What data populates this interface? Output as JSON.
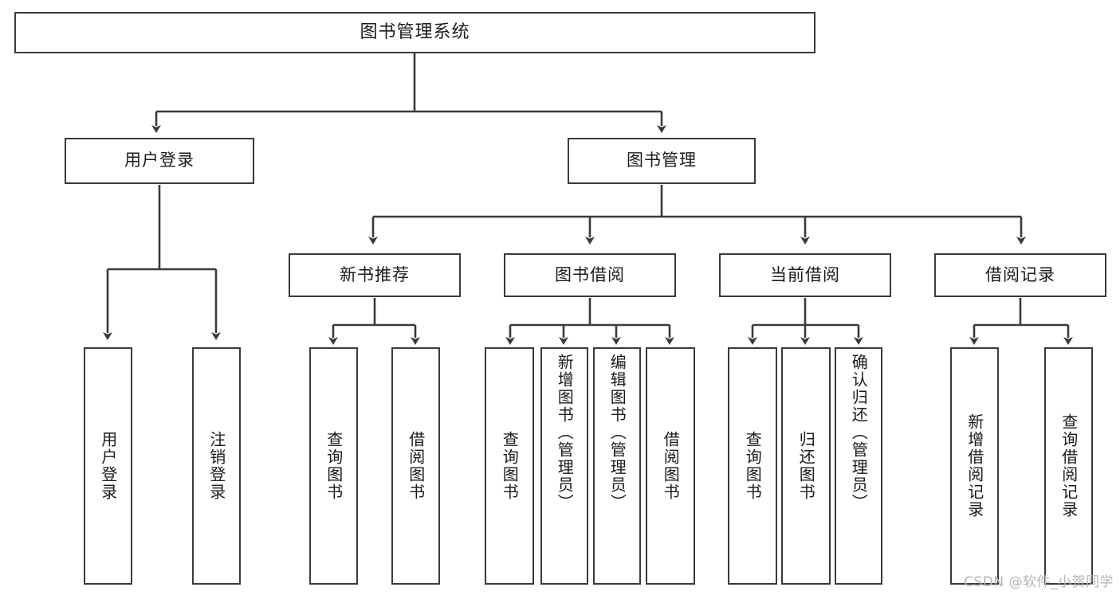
{
  "diagram": {
    "type": "tree-hierarchy",
    "title": "图书管理系统",
    "root": {
      "id": "root",
      "label": "图书管理系统"
    },
    "level2": [
      {
        "id": "user-login",
        "label": "用户登录"
      },
      {
        "id": "book-manage",
        "label": "图书管理"
      }
    ],
    "level3": [
      {
        "id": "new-book-recommend",
        "label": "新书推荐",
        "parent": "book-manage"
      },
      {
        "id": "book-borrow",
        "label": "图书借阅",
        "parent": "book-manage"
      },
      {
        "id": "current-borrow",
        "label": "当前借阅",
        "parent": "book-manage"
      },
      {
        "id": "borrow-record",
        "label": "借阅记录",
        "parent": "book-manage"
      }
    ],
    "leaves": {
      "user-login": [
        {
          "id": "leaf-user-login",
          "label": "用户登录"
        },
        {
          "id": "leaf-logout",
          "label": "注销登录"
        }
      ],
      "new-book-recommend": [
        {
          "id": "leaf-query-book-1",
          "label": "查询图书"
        },
        {
          "id": "leaf-borrow-book-1",
          "label": "借阅图书"
        }
      ],
      "book-borrow": [
        {
          "id": "leaf-query-book-2",
          "label": "查询图书"
        },
        {
          "id": "leaf-add-book",
          "label": "新增图书（管理员）"
        },
        {
          "id": "leaf-edit-book",
          "label": "编辑图书（管理员）"
        },
        {
          "id": "leaf-borrow-book-2",
          "label": "借阅图书"
        }
      ],
      "current-borrow": [
        {
          "id": "leaf-query-book-3",
          "label": "查询图书"
        },
        {
          "id": "leaf-return-book",
          "label": "归还图书"
        },
        {
          "id": "leaf-confirm-return",
          "label": "确认归还（管理员）"
        }
      ],
      "borrow-record": [
        {
          "id": "leaf-add-record",
          "label": "新增借阅记录"
        },
        {
          "id": "leaf-query-record",
          "label": "查询借阅记录"
        }
      ]
    },
    "colors": {
      "stroke": "#3a3a3a",
      "text": "#1b1b1b",
      "background": "#ffffff",
      "watermark": "#b4b4b4"
    }
  },
  "watermark": {
    "text": "CSDN @软件_小贺同学"
  }
}
